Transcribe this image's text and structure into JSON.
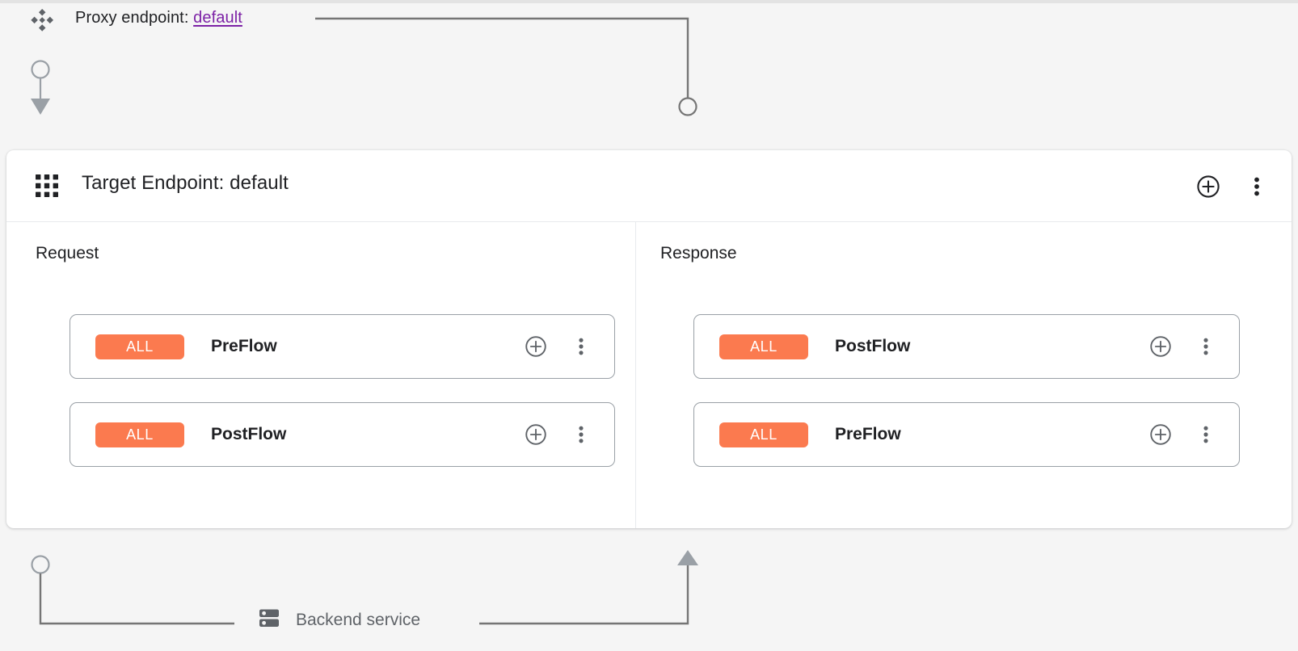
{
  "theme": {
    "page_bg": "#f5f5f5",
    "card_bg": "#ffffff",
    "badge_color": "#fb7a4f",
    "link_color": "#7c21a6",
    "wire_color": "#757575",
    "muted_text": "#5f6368",
    "text_color": "#202124"
  },
  "proxy": {
    "label_prefix": "Proxy endpoint:",
    "endpoint_name": "default",
    "icon": "apigee-proxy-icon"
  },
  "target_endpoint": {
    "title": "Target Endpoint: default",
    "icon": "grid-icon",
    "add_icon": "plus-circle-icon",
    "menu_icon": "more-vert-icon",
    "columns": [
      {
        "title": "Request",
        "direction": "down",
        "flows": [
          {
            "badge": "ALL",
            "name": "PreFlow",
            "add_icon": "plus-circle-icon",
            "menu_icon": "more-vert-icon"
          },
          {
            "badge": "ALL",
            "name": "PostFlow",
            "add_icon": "plus-circle-icon",
            "menu_icon": "more-vert-icon"
          }
        ]
      },
      {
        "title": "Response",
        "direction": "up",
        "flows": [
          {
            "badge": "ALL",
            "name": "PostFlow",
            "add_icon": "plus-circle-icon",
            "menu_icon": "more-vert-icon"
          },
          {
            "badge": "ALL",
            "name": "PreFlow",
            "add_icon": "plus-circle-icon",
            "menu_icon": "more-vert-icon"
          }
        ]
      }
    ]
  },
  "backend": {
    "label": "Backend service",
    "icon": "server-icon"
  }
}
